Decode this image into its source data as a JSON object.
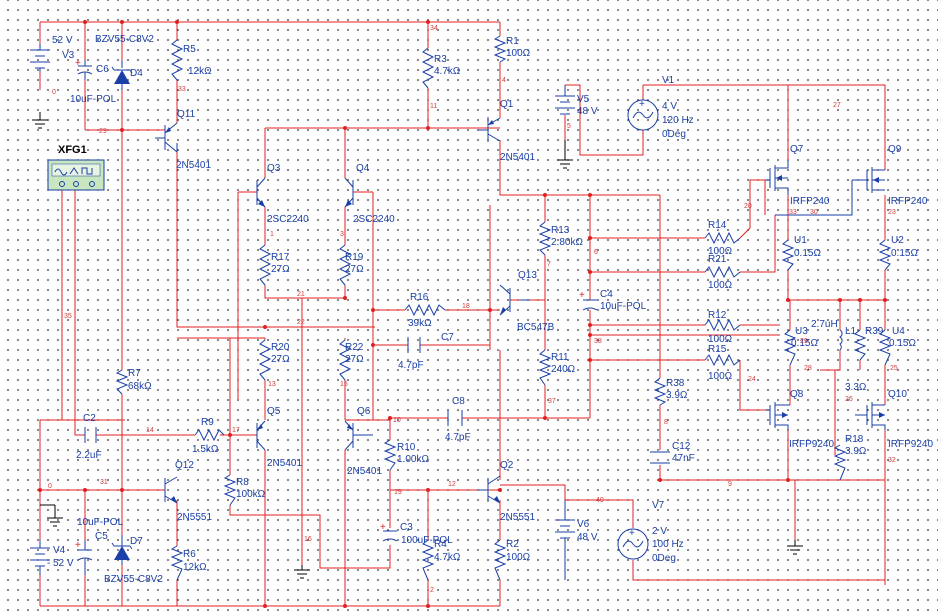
{
  "labels": {
    "v3_volt": "52 V",
    "v3_name": "V3",
    "d4_model": "BZV55-C8V2",
    "d4_name": "D4",
    "r5_name": "R5",
    "r5_val": "12kΩ",
    "c6_name": "C6",
    "c6_val": "10uF-POL",
    "q11": "Q11",
    "q11_model": "2N5401",
    "r3_name": "R3",
    "r3_val": "4.7kΩ",
    "r1_name": "R1",
    "r1_val": "100Ω",
    "q1": "Q1",
    "q1_model": "2N5401",
    "v5_name": "V5",
    "v5_val": "48 V",
    "v1_name": "V1",
    "v1_amp": "4 V",
    "v1_freq": "120 Hz",
    "v1_phase": "0Deg",
    "xfg1": "XFG1",
    "q3": "Q3",
    "q3_model": "2SC2240",
    "q4": "Q4",
    "q4_model": "2SC2240",
    "r17_name": "R17",
    "r17_val": "27Ω",
    "r19_name": "R19",
    "r19_val": "27Ω",
    "r16_name": "R16",
    "r16_val": "39kΩ",
    "c7_name": "C7",
    "c7_val": "4.7pF",
    "r13_name": "R13",
    "r13_val": "2.80kΩ",
    "q13": "Q13",
    "q13_model": "BC547B",
    "r11_name": "R11",
    "r11_val": "240Ω",
    "c4_name": "C4",
    "c4_val": "10uF-POL",
    "r14_name": "R14",
    "r14_val": "100Ω",
    "r21_name": "R21",
    "r21_val": "100Ω",
    "r12_name": "R12",
    "r12_val": "100Ω",
    "r15_name": "R15",
    "r15_val": "100Ω",
    "q7": "Q7",
    "q7_model": "IRFP240",
    "q9": "Q9",
    "q9_model": "IRFP240",
    "u1": "U1",
    "u1_val": "0.15Ω",
    "u2": "U2",
    "u2_val": "0.15Ω",
    "u3": "U3",
    "u3_val": "0.15Ω",
    "u4": "U4",
    "u4_val": "0.15Ω",
    "l1_val": "2.7uH",
    "l1_name": "L1",
    "r39_name": "R39",
    "r39_val": "3.3Ω",
    "q8": "Q8",
    "q8_model": "IRFP9240",
    "q10": "Q10",
    "q10_model": "IRFP9240",
    "r18_name": "R18",
    "r18_val": "3.9Ω",
    "r38_name": "R38",
    "r38_val": "3.9Ω",
    "c12_name": "C12",
    "c12_val": "47nF",
    "r20_name": "R20",
    "r20_val": "27Ω",
    "r22_name": "R22",
    "r22_val": "27Ω",
    "r7_name": "R7",
    "r7_val": "68kΩ",
    "c2_name": "C2",
    "c2_val": "2.2uF",
    "r9_name": "R9",
    "r9_val": "1.5kΩ",
    "q5": "Q5",
    "q5_model": "2N5401",
    "q6": "Q6",
    "q6_model": "2N5401",
    "c8_name": "C8",
    "c8_val": "4.7pF",
    "r10_name": "R10",
    "r10_val": "1.00kΩ",
    "q2": "Q2",
    "q2_model": "2N5551",
    "q12": "Q12",
    "q12_model": "2N5551",
    "r8_name": "R8",
    "r8_val": "100kΩ",
    "c3_name": "C3",
    "c3_val": "100uF-POL",
    "r4_name": "R4",
    "r4_val": "4.7kΩ",
    "r2_name": "R2",
    "r2_val": "100Ω",
    "r6_name": "R6",
    "r6_val": "12kΩ",
    "c5_name": "C5",
    "c5_val": "10uF-POL",
    "d7_name": "D7",
    "d7_model": "BZV55-C8V2",
    "v4_name": "V4",
    "v4_volt": "52 V",
    "v4_sign": "-",
    "v6_name": "V6",
    "v6_val": "48 V",
    "v7_name": "V7",
    "v7_amp": "2 V",
    "v7_freq": "100 Hz",
    "v7_phase": "0Deg"
  },
  "nodes": {
    "n34": "34",
    "n4": "4",
    "n0a": "0",
    "n33": "33",
    "n29": "29",
    "n11": "11",
    "n5": "5",
    "n27": "27",
    "n1": "1",
    "n3": "3",
    "n21": "21",
    "n22": "22",
    "n18": "18",
    "n7": "7",
    "n6": "6",
    "n20": "20",
    "n30": "30",
    "n23": "23",
    "n35": "35",
    "n13": "13",
    "n15": "15",
    "n17": "17",
    "n14": "14",
    "n10": "10",
    "n12": "12",
    "n37": "37",
    "n38": "38",
    "n8": "8",
    "n28": "28",
    "n24": "24",
    "n26": "26",
    "n25": "25",
    "n32": "32",
    "n16": "16",
    "n19": "19",
    "n31": "31",
    "n9": "9",
    "n40": "40",
    "n2": "2",
    "n0b": "0"
  }
}
